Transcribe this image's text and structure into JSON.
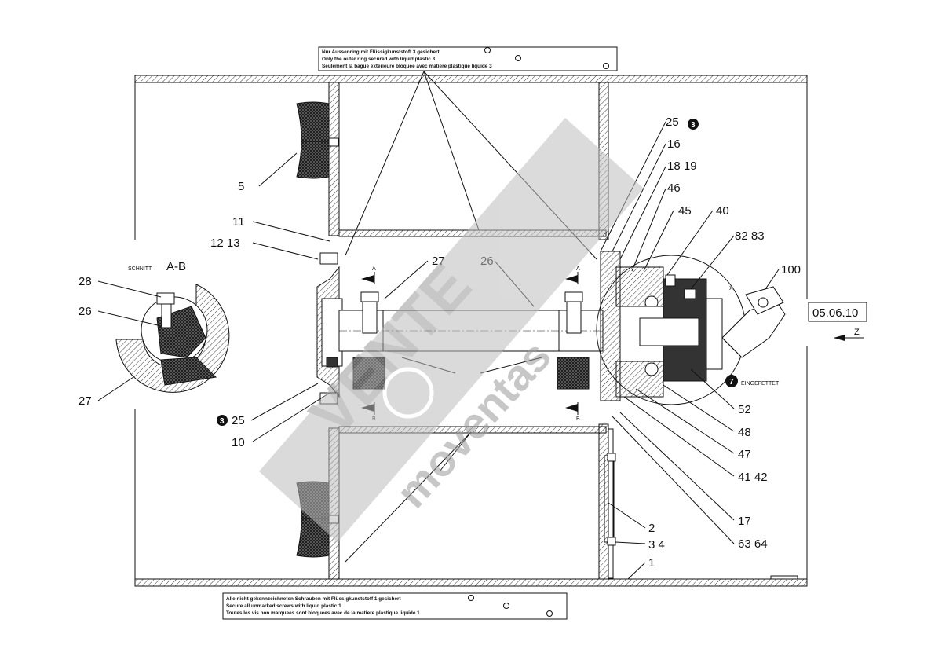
{
  "top_note": {
    "line1": "Nur Aussenring mit Flüssigkunststoff 3 gesichert",
    "line2": "Only the outer ring secured with liquid plastic 3",
    "line3": "Seulement la bague exterieure bloquee avec matiere plastique liquide 3"
  },
  "bottom_note": {
    "line1": "Alle nicht gekennzeichneten Schrauben mit Flüssigkunststoff 1 gesichert",
    "line2": "Secure all unmarked screws with liquid plastic 1",
    "line3": "Toutes les vis non marquees sont bloquees avec de la matiere plastique liquide 1"
  },
  "date_box": "05.06.10",
  "view_z": "Z",
  "section_title": {
    "word": "SCHNITT",
    "name": "A-B"
  },
  "section_letters": {
    "a": "A",
    "b": "B",
    "x": "X"
  },
  "greased": {
    "marker": "7",
    "text": "EINGEFETTET"
  },
  "liquid_marker": "3",
  "callouts": {
    "c25_top": "25",
    "c16": "16",
    "c18_19": "18 19",
    "c46": "46",
    "c45": "45",
    "c40": "40",
    "c82_83": "82 83",
    "c100": "100",
    "c5": "5",
    "c11": "11",
    "c12_13": "12 13",
    "c28": "28",
    "c26_left": "26",
    "c27_left": "27",
    "c25_left": "25",
    "c10": "10",
    "c27_mid": "27",
    "c26_mid": "26",
    "c52": "52",
    "c48": "48",
    "c47": "47",
    "c41_42": "41 42",
    "c17": "17",
    "c63_64": "63 64",
    "c2": "2",
    "c3_4": "3 4",
    "c1": "1"
  },
  "watermark": {
    "brand": "VENTE",
    "sub": "moventas"
  }
}
